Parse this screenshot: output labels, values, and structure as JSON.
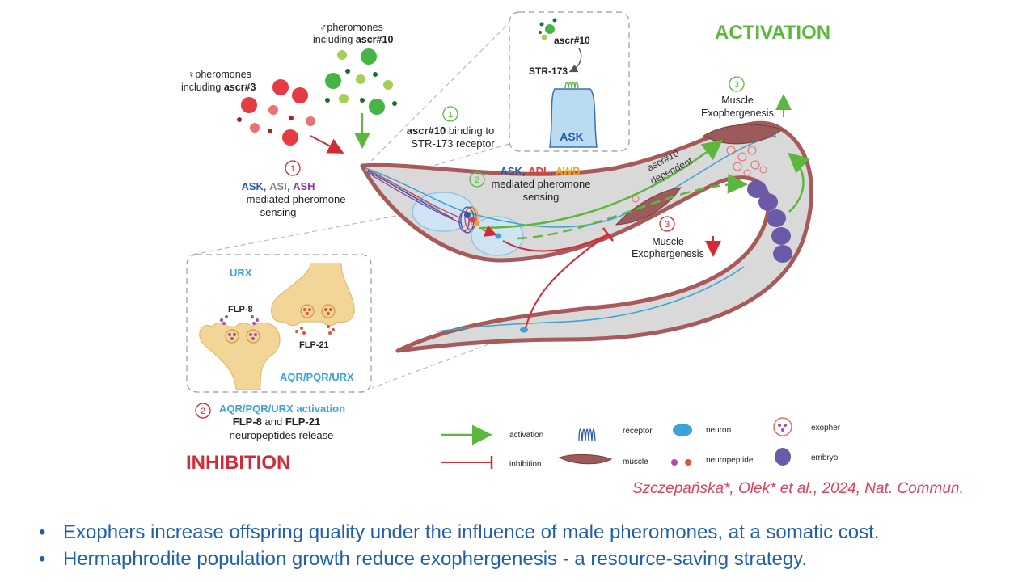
{
  "titles": {
    "activation": "ACTIVATION",
    "inhibition": "INHIBITION"
  },
  "pheromones": {
    "male_a": {
      "line1": "♂pheromones",
      "line2_prefix": "including ",
      "line2_bold": "ascr#10"
    },
    "herm": {
      "line1": "♀pheromones",
      "line2_prefix": "including ",
      "line2_bold": "ascr#3"
    }
  },
  "steps": {
    "sense_inhibition": {
      "num": "1",
      "n1": "ASK",
      "sep1": ", ",
      "n2": "ASI",
      "sep2": ", ",
      "n3": "ASH",
      "line2": "mediated pheromone",
      "line3": "sensing"
    },
    "binding": {
      "num": "1",
      "bold": "ascr#10",
      "rest": " binding to",
      "line2": "STR-173 receptor"
    },
    "sense_activation": {
      "num": "2",
      "n1": "ASK",
      "sep1": ", ",
      "n2": "ADL",
      "sep2": ", ",
      "n3": "AWB",
      "line2": "mediated pheromone",
      "line3": "sensing"
    },
    "exo_up": {
      "num": "3",
      "line1": "Muscle",
      "line2": "Exophergenesis"
    },
    "exo_down": {
      "num": "3",
      "line1": "Muscle",
      "line2": "Exophergenesis"
    },
    "release": {
      "num": "2",
      "line1": "AQR/PQR/URX activation",
      "line2a": "FLP-8",
      "line2b": " and ",
      "line2c": "FLP-21",
      "line3": "neuropeptides release"
    }
  },
  "ascr_dependent": {
    "line1": "ascr#10",
    "line2": "dependent"
  },
  "inset_top": {
    "ligand": "ascr#10",
    "receptor": "STR-173",
    "neuron": "ASK"
  },
  "inset_bottom": {
    "urx": "URX",
    "flp8": "FLP-8",
    "flp21": "FLP-21",
    "aqr": "AQR/PQR/URX"
  },
  "legend": {
    "activation": "activation",
    "inhibition": "inhibition",
    "receptor": "receptor",
    "muscle": "muscle",
    "neuron": "neuron",
    "neuropeptide": "neuropeptide",
    "exopher": "exopher",
    "embryo": "embryo"
  },
  "citation": "Szczepańska*, Olek* et al., 2024, Nat. Commun.",
  "bullets": [
    "Exophers increase offspring quality under the influence of male pheromones, at a somatic cost.",
    "Hermaphrodite population growth reduce exophergenesis - a resource-saving strategy."
  ],
  "colors": {
    "green": "#5cb83d",
    "red": "#d32a36",
    "blue_text": "#2a5da8",
    "ask_blue": "#2b5aa6",
    "asi_gray": "#8a8a8a",
    "ash_purple": "#8e3a96",
    "adl_red": "#e03a3a",
    "awb_orange": "#f0a020",
    "light_blue": "#3ba3d8",
    "body_gray": "#d9d9d9",
    "body_outline": "#a85a5a",
    "muscle": "#9c5a5a",
    "embryo": "#6a5aa8",
    "neuropeptide_purple": "#b24aa6",
    "neuropeptide_red": "#e2553a",
    "synapse_fill": "#f3d598"
  }
}
